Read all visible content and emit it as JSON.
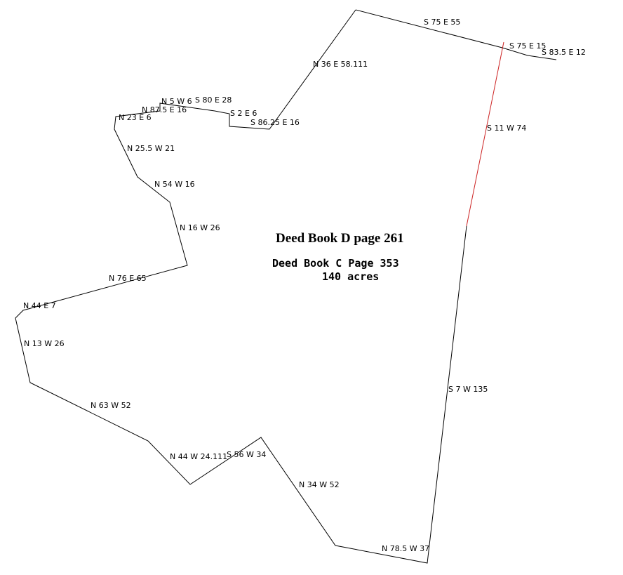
{
  "colors": {
    "boundary": "#000000",
    "highlight": "#cc2222"
  },
  "titles": {
    "main": "Deed Book D page 261",
    "sub": "Deed Book C Page 353",
    "acres": "140 acres"
  },
  "labels": {
    "s75e55": "S 75 E 55",
    "s75e15": "S 75 E 15",
    "s835e12": "S 83.5 E 12",
    "n36e58": "N 36 E 58.111",
    "s11w74": "S 11 W 74",
    "n5w6": "N 5 W 6",
    "s80e28": "S 80 E 28",
    "n875e16": "N 87.5 E 16",
    "n23e6": "N 23 E 6",
    "s2e6": "S 2 E 6",
    "s8625e16": "S 86.25 E 16",
    "n255w21": "N 25.5 W 21",
    "n54w16": "N 54 W 16",
    "n16w26": "N 16 W 26",
    "n76e65": "N 76 E 65",
    "n44e7": "N 44 E 7",
    "n13w26": "N 13 W 26",
    "s7w135": "S 7 W 135",
    "n63w52": "N 63 W 52",
    "n44w24": "N 44 W 24.111",
    "s56w34": "S 56 W 34",
    "n34w52": "N 34 W 52",
    "n785w37": "N 78.5 W 37"
  }
}
